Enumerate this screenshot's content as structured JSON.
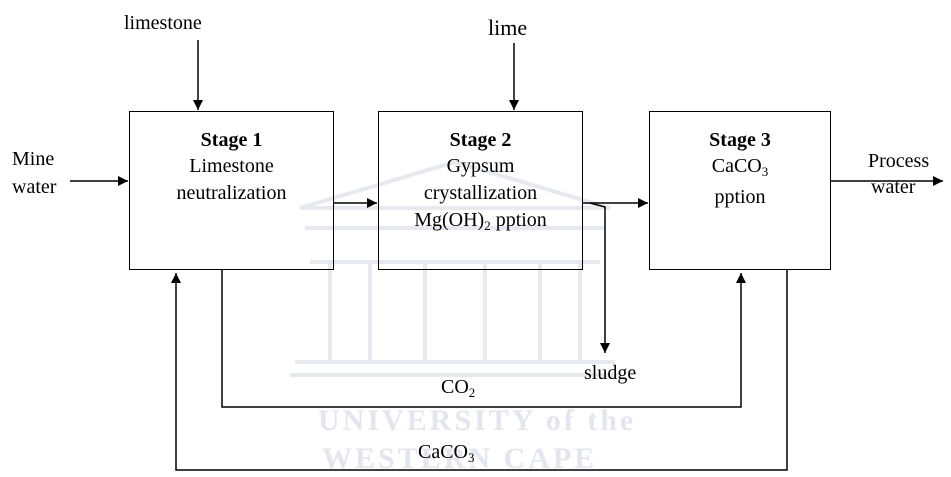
{
  "inputs": {
    "limestone": "limestone",
    "lime": "lime",
    "mine_water_line1": "Mine",
    "mine_water_line2": "water"
  },
  "outputs": {
    "process_water_line1": "Process",
    "process_water_line2": "water",
    "sludge": "sludge"
  },
  "stages": [
    {
      "title": "Stage 1",
      "line1": "Limestone",
      "line2": "neutralization",
      "line3": ""
    },
    {
      "title": "Stage 2",
      "line1": "Gypsum",
      "line2": "crystallization",
      "line3_main": "Mg(OH)",
      "line3_sub": "2",
      "line3_tail": " pption"
    },
    {
      "title": "Stage 3",
      "line1_main": "CaCO",
      "line1_sub": "3",
      "line2": "pption"
    }
  ],
  "recycle": {
    "co2_main": "CO",
    "co2_sub": "2",
    "caco3_main": "CaCO",
    "caco3_sub": "3"
  },
  "watermark": {
    "line1": "UNIVERSITY of the",
    "line2": "WESTERN CAPE"
  },
  "colors": {
    "line": "#000000",
    "watermark": "#e3e6ec"
  }
}
